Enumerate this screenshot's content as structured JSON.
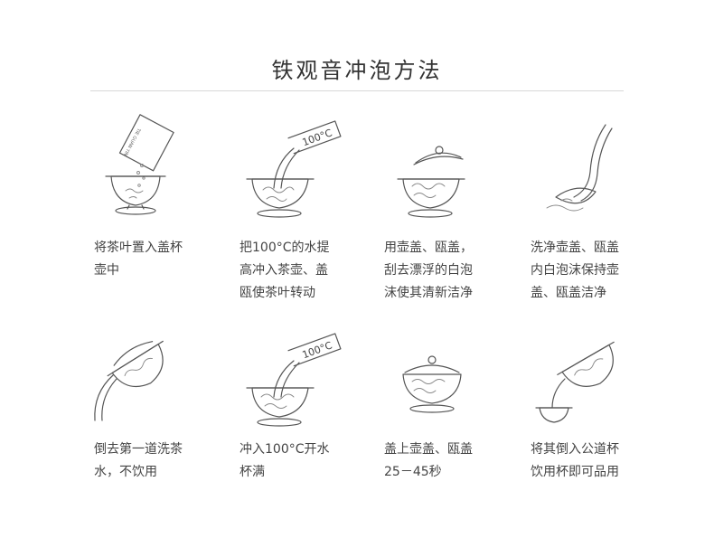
{
  "title": "铁观音冲泡方法",
  "temp_label": "100°C",
  "pack_label": "TIE GUAN YIN",
  "steps": [
    {
      "caption": "将茶叶置入盖杯\n壶中"
    },
    {
      "caption": "把100°C的水提\n高冲入茶壶、盖\n瓯使茶叶转动"
    },
    {
      "caption": "用壶盖、瓯盖，\n刮去漂浮的白泡\n沫使其清新洁净"
    },
    {
      "caption": "洗净壶盖、瓯盖\n内白泡沫保持壶\n盖、瓯盖洁净"
    },
    {
      "caption": "倒去第一道洗茶\n水，不饮用"
    },
    {
      "caption": "冲入100°C开水\n杯满"
    },
    {
      "caption": "盖上壶盖、瓯盖\n25－45秒"
    },
    {
      "caption": "将其倒入公道杯\n饮用杯即可品用"
    }
  ]
}
